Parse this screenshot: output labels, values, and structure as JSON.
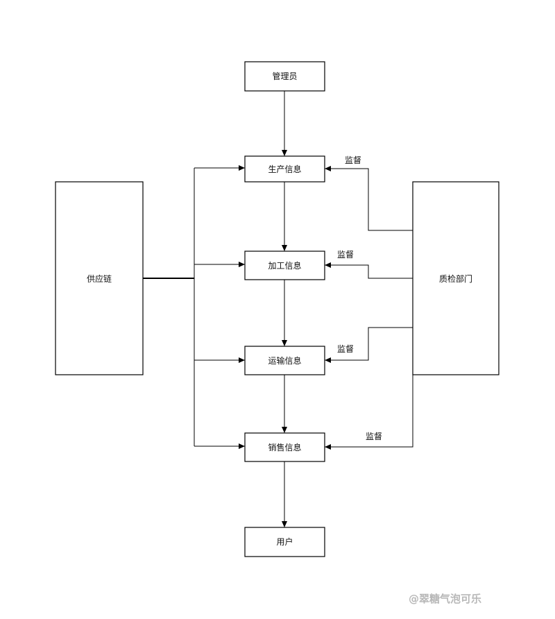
{
  "nodes": {
    "admin": "管理员",
    "production": "生产信息",
    "processing": "加工信息",
    "transport": "运输信息",
    "sales": "销售信息",
    "user": "用户",
    "supply_chain": "供应链",
    "quality_dept": "质检部门"
  },
  "edge_labels": {
    "supervise_1": "监督",
    "supervise_2": "监督",
    "supervise_3": "监督",
    "supervise_4": "监督"
  },
  "watermark": "@翠糖气泡可乐"
}
